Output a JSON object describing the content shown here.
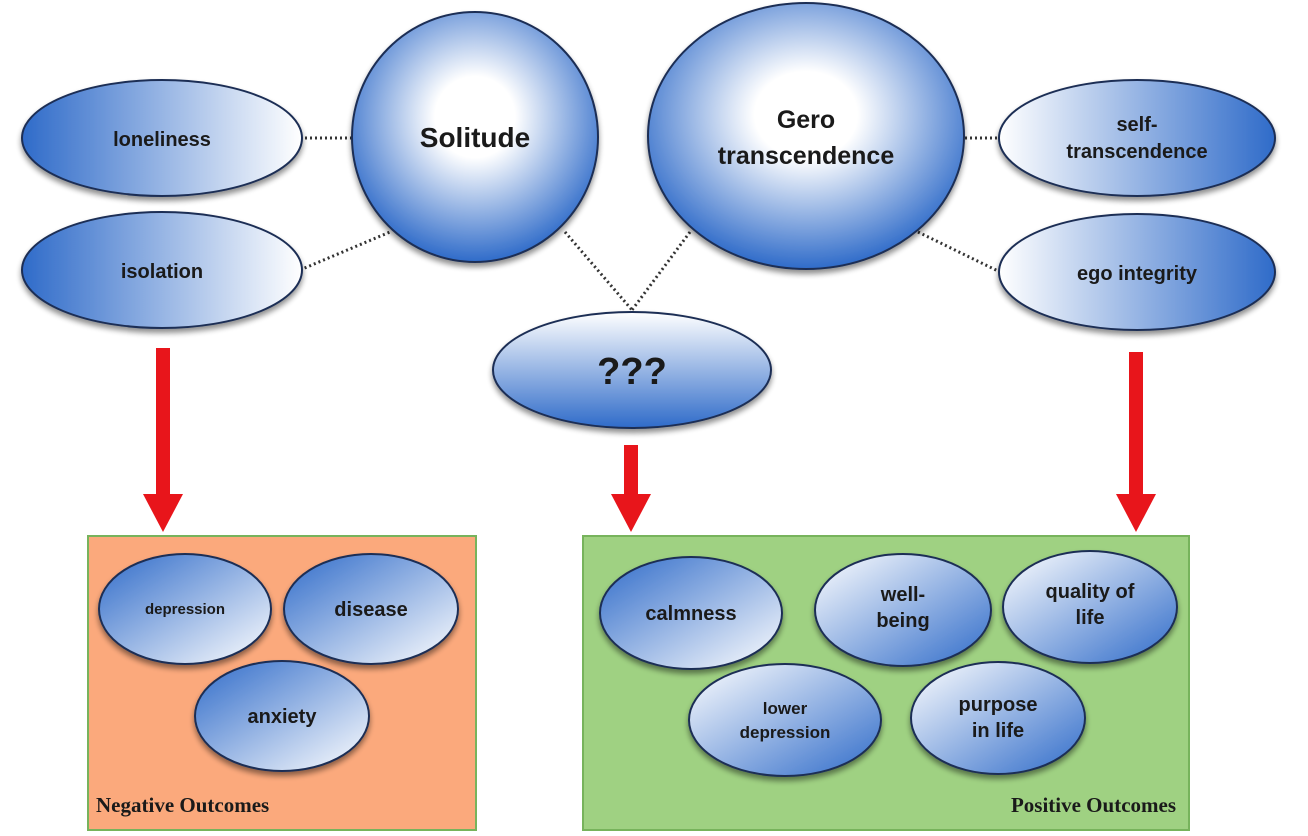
{
  "concepts": {
    "solitude": "Solitude",
    "gero_line1": "Gero",
    "gero_line2": "transcendence",
    "loneliness": "loneliness",
    "isolation": "isolation",
    "self_line1": "self-",
    "self_line2": "transcendence",
    "ego_integrity": "ego integrity",
    "unknown": "???"
  },
  "negative_outcomes": {
    "title": "Negative Outcomes",
    "items": [
      "depression",
      "disease",
      "anxiety"
    ]
  },
  "positive_outcomes": {
    "title": "Positive Outcomes",
    "items": [
      [
        "calmness"
      ],
      [
        "well-",
        "being"
      ],
      [
        "quality of",
        "life"
      ],
      [
        "lower",
        "depression"
      ],
      [
        "purpose",
        "in life"
      ]
    ]
  },
  "colors": {
    "ellipse_blue": "#2f6bc9",
    "arrow_red": "#e8151b",
    "negative_fill": "#fba97c",
    "positive_fill": "#9fd182",
    "box_border": "#77b35c"
  }
}
